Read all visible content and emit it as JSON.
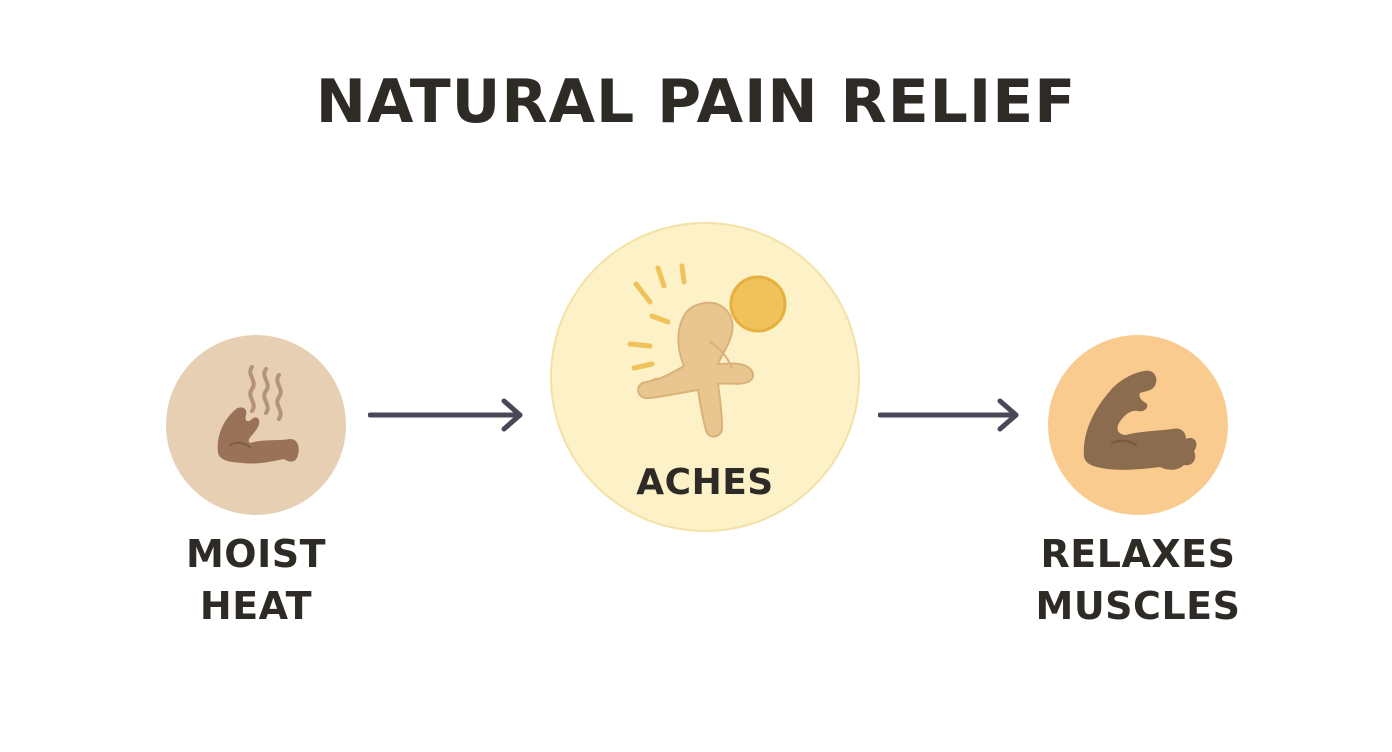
{
  "title": "NATURAL PAIN RELIEF",
  "nodes": {
    "heat": {
      "lines": [
        "MOIST",
        "HEAT"
      ],
      "icon": "steaming-arm-icon",
      "color": "#e6cfb2"
    },
    "aches": {
      "label": "ACHES",
      "icon": "aching-person-icon",
      "color": "#fdf1c8"
    },
    "muscles": {
      "lines": [
        "RELAXES",
        "MUSCLES"
      ],
      "icon": "flexed-arm-icon",
      "color": "#f9cb8f"
    }
  },
  "arrow_color": "#4a4858"
}
